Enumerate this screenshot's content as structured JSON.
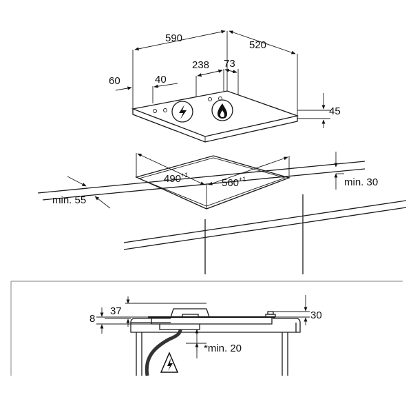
{
  "dimensions": {
    "width": "590",
    "depth": "520",
    "burner_offset_left": "60",
    "burner_spacing": "40",
    "center_distance": "238",
    "rear_offset": "73",
    "height": "45",
    "cutout_depth": "490",
    "cutout_tolerance_depth": "+1",
    "cutout_width": "560",
    "cutout_tolerance_width": "+1",
    "front_clearance": "min. 55",
    "worktop_clearance": "min. 30",
    "side_height": "37",
    "base_height": "8",
    "right_height": "30",
    "bottom_clearance": "*min. 20"
  }
}
